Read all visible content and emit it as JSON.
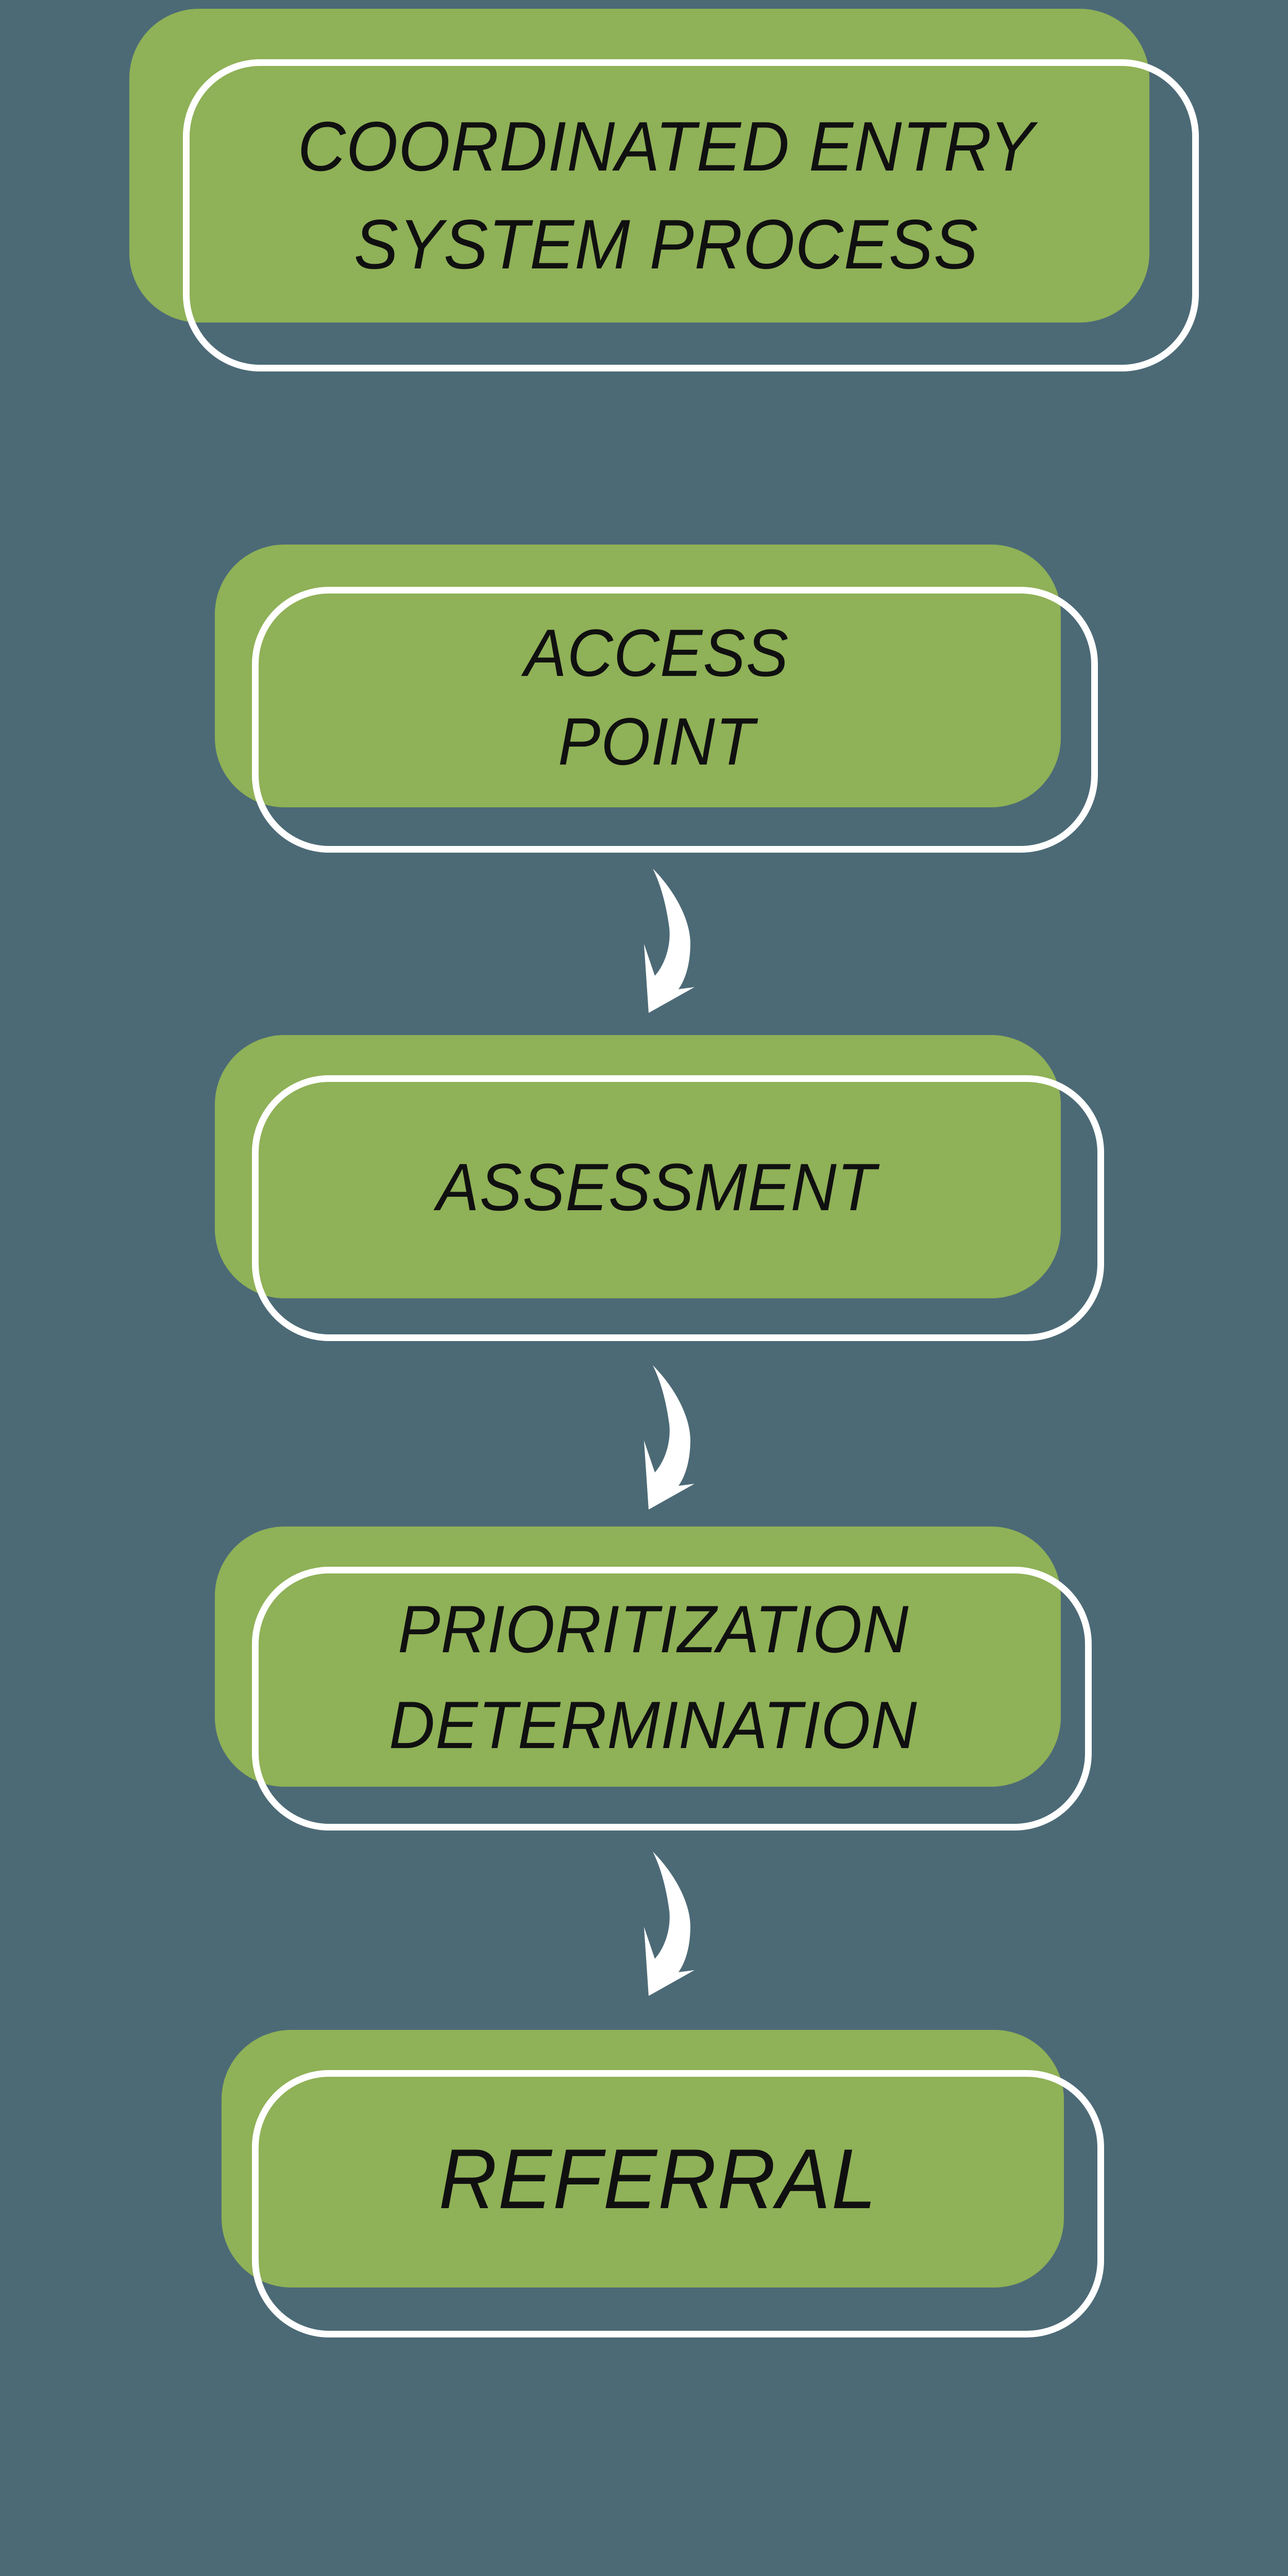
{
  "title_block": {
    "lines": [
      "COORDINATED ENTRY",
      "SYSTEM PROCESS"
    ]
  },
  "steps": [
    {
      "name": "access-point",
      "lines": [
        "ACCESS",
        "POINT"
      ]
    },
    {
      "name": "assessment",
      "lines": [
        "ASSESSMENT"
      ]
    },
    {
      "name": "prioritization-determination",
      "lines": [
        "PRIORITIZATION",
        "DETERMINATION"
      ]
    },
    {
      "name": "referral",
      "lines": [
        "REFERRAL"
      ]
    }
  ],
  "arrows": {
    "count": 3,
    "icon": "curved-down-arrow"
  },
  "colors": {
    "bg": "#4C6A76",
    "fill": "#8FB157",
    "line": "#FFFFFF",
    "ink": "#101010",
    "arrow": "#FFFFFF"
  }
}
